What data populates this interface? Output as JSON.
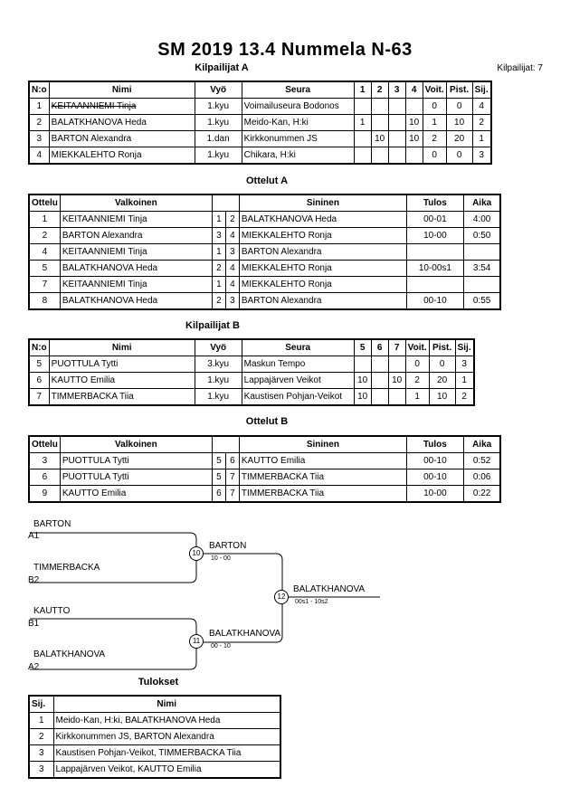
{
  "header": {
    "title": "SM 2019  13.4  Nummela   N-63",
    "competitors_count": "Kilpailijat: 7"
  },
  "pool_a": {
    "heading": "Kilpailijat A",
    "columns": [
      "N:o",
      "Nimi",
      "Vyö",
      "Seura",
      "1",
      "2",
      "3",
      "4",
      "Voit.",
      "Pist.",
      "Sij."
    ],
    "rows": [
      {
        "no": "1",
        "name": "KEITAANNIEMI Tinja",
        "belt": "1.kyu",
        "club": "Voimailuseura Bodonos",
        "s1": "",
        "s2": "",
        "s3": "",
        "s4": "",
        "wins": "0",
        "points": "0",
        "rank": "4",
        "struck": true
      },
      {
        "no": "2",
        "name": "BALATKHANOVA Heda",
        "belt": "1.kyu",
        "club": "Meido-Kan, H:ki",
        "s1": "1",
        "s2": "",
        "s3": "",
        "s4": "10",
        "wins": "1",
        "points": "10",
        "rank": "2",
        "struck": false
      },
      {
        "no": "3",
        "name": "BARTON Alexandra",
        "belt": "1.dan",
        "club": "Kirkkonummen JS",
        "s1": "",
        "s2": "10",
        "s3": "",
        "s4": "10",
        "wins": "2",
        "points": "20",
        "rank": "1",
        "struck": false
      },
      {
        "no": "4",
        "name": "MIEKKALEHTO Ronja",
        "belt": "1.kyu",
        "club": "Chikara, H:ki",
        "s1": "",
        "s2": "",
        "s3": "",
        "s4": "",
        "wins": "0",
        "points": "0",
        "rank": "3",
        "struck": false
      }
    ]
  },
  "matches_a": {
    "heading": "Ottelut A",
    "columns": [
      "Ottelu",
      "Valkoinen",
      "Sininen",
      "Tulos",
      "Aika"
    ],
    "rows": [
      {
        "match": "1",
        "white": "KEITAANNIEMI Tinja",
        "w": "1",
        "b": "2",
        "blue": "BALATKHANOVA Heda",
        "result": "00-01",
        "time": "4:00"
      },
      {
        "match": "2",
        "white": "BARTON Alexandra",
        "w": "3",
        "b": "4",
        "blue": "MIEKKALEHTO Ronja",
        "result": "10-00",
        "time": "0:50"
      },
      {
        "match": "4",
        "white": "KEITAANNIEMI Tinja",
        "w": "1",
        "b": "3",
        "blue": "BARTON Alexandra",
        "result": "",
        "time": ""
      },
      {
        "match": "5",
        "white": "BALATKHANOVA Heda",
        "w": "2",
        "b": "4",
        "blue": "MIEKKALEHTO Ronja",
        "result": "10-00s1",
        "time": "3:54"
      },
      {
        "match": "7",
        "white": "KEITAANNIEMI Tinja",
        "w": "1",
        "b": "4",
        "blue": "MIEKKALEHTO Ronja",
        "result": "",
        "time": ""
      },
      {
        "match": "8",
        "white": "BALATKHANOVA Heda",
        "w": "2",
        "b": "3",
        "blue": "BARTON Alexandra",
        "result": "00-10",
        "time": "0:55"
      }
    ]
  },
  "pool_b": {
    "heading": "Kilpailijat B",
    "columns": [
      "N:o",
      "Nimi",
      "Vyö",
      "Seura",
      "5",
      "6",
      "7",
      "Voit.",
      "Pist.",
      "Sij."
    ],
    "rows": [
      {
        "no": "5",
        "name": "PUOTTULA Tytti",
        "belt": "3.kyu",
        "club": "Maskun Tempo",
        "s5": "",
        "s6": "",
        "s7": "",
        "wins": "0",
        "points": "0",
        "rank": "3"
      },
      {
        "no": "6",
        "name": "KAUTTO Emilia",
        "belt": "1.kyu",
        "club": "Lappajärven Veikot",
        "s5": "10",
        "s6": "",
        "s7": "10",
        "wins": "2",
        "points": "20",
        "rank": "1"
      },
      {
        "no": "7",
        "name": "TIMMERBACKA Tiia",
        "belt": "1.kyu",
        "club": "Kaustisen Pohjan-Veikot",
        "s5": "10",
        "s6": "",
        "s7": "",
        "wins": "1",
        "points": "10",
        "rank": "2"
      }
    ]
  },
  "matches_b": {
    "heading": "Ottelut B",
    "columns": [
      "Ottelu",
      "Valkoinen",
      "Sininen",
      "Tulos",
      "Aika"
    ],
    "rows": [
      {
        "match": "3",
        "white": "PUOTTULA Tytti",
        "w": "5",
        "b": "6",
        "blue": "KAUTTO Emilia",
        "result": "00-10",
        "time": "0:52"
      },
      {
        "match": "6",
        "white": "PUOTTULA Tytti",
        "w": "5",
        "b": "7",
        "blue": "TIMMERBACKA Tiia",
        "result": "00-10",
        "time": "0:06"
      },
      {
        "match": "9",
        "white": "KAUTTO Emilia",
        "w": "6",
        "b": "7",
        "blue": "TIMMERBACKA Tiia",
        "result": "10-00",
        "time": "0:22"
      }
    ]
  },
  "bracket": {
    "sf1_top_name": "BARTON",
    "sf1_top_seed": "A1",
    "sf1_bottom_name": "TIMMERBACKA",
    "sf1_bottom_seed": "B2",
    "sf1_match": "10",
    "sf1_winner": "BARTON",
    "sf1_score": "10 - 00",
    "sf2_top_name": "KAUTTO",
    "sf2_top_seed": "B1",
    "sf2_bottom_name": "BALATKHANOVA",
    "sf2_bottom_seed": "A2",
    "sf2_match": "11",
    "sf2_winner": "BALATKHANOVA",
    "sf2_score": "00 - 10",
    "final_match": "12",
    "final_winner": "BALATKHANOVA",
    "final_score": "00s1 - 10s2"
  },
  "results": {
    "heading": "Tulokset",
    "columns": [
      "Sij.",
      "Nimi"
    ],
    "rows": [
      {
        "rank": "1",
        "name": "Meido-Kan, H:ki, BALATKHANOVA Heda"
      },
      {
        "rank": "2",
        "name": "Kirkkonummen JS, BARTON Alexandra"
      },
      {
        "rank": "3",
        "name": "Kaustisen Pohjan-Veikot, TIMMERBACKA Tiia"
      },
      {
        "rank": "3",
        "name": "Lappajärven Veikot, KAUTTO Emilia"
      }
    ]
  }
}
